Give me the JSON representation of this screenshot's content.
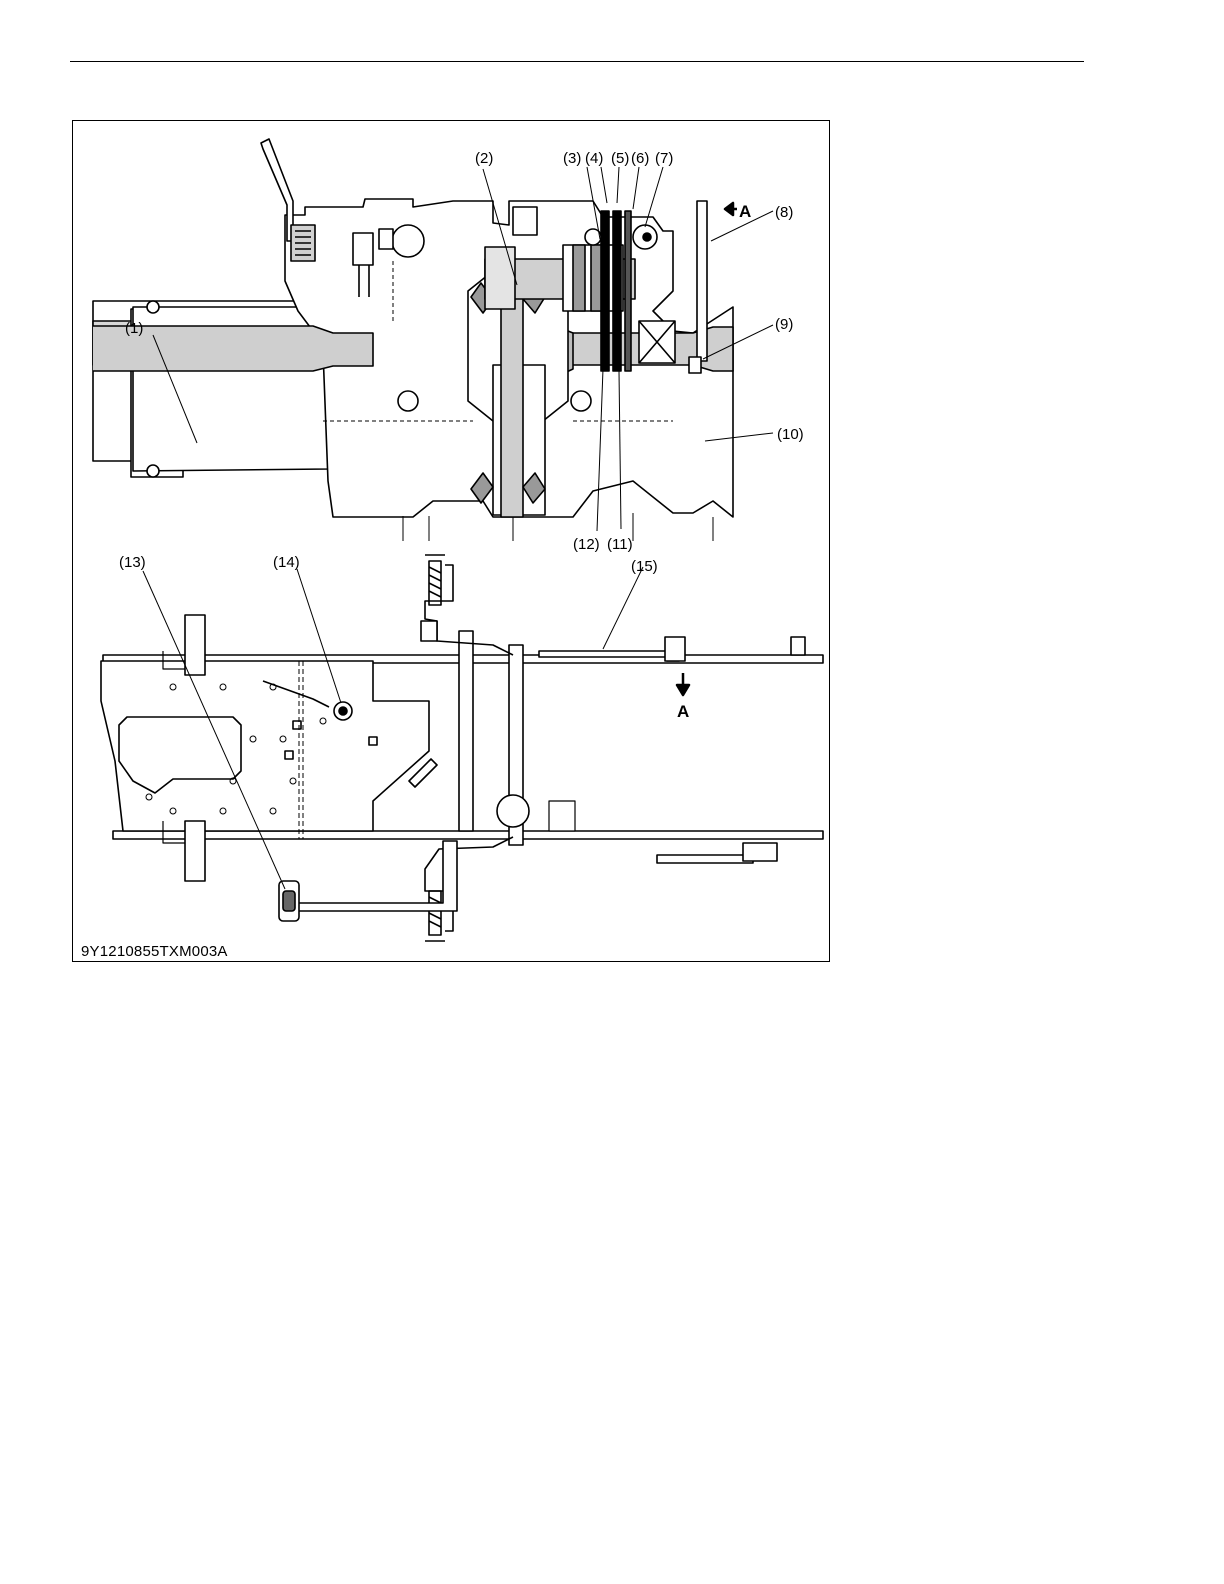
{
  "figure": {
    "callouts": [
      "(1)",
      "(2)",
      "(3)",
      "(4)",
      "(5)",
      "(6)",
      "(7)",
      "(8)",
      "(9)",
      "(10)",
      "(11)",
      "(12)",
      "(13)",
      "(14)",
      "(15)"
    ],
    "view_letter": "A",
    "code": "9Y1210855TXM003A"
  }
}
